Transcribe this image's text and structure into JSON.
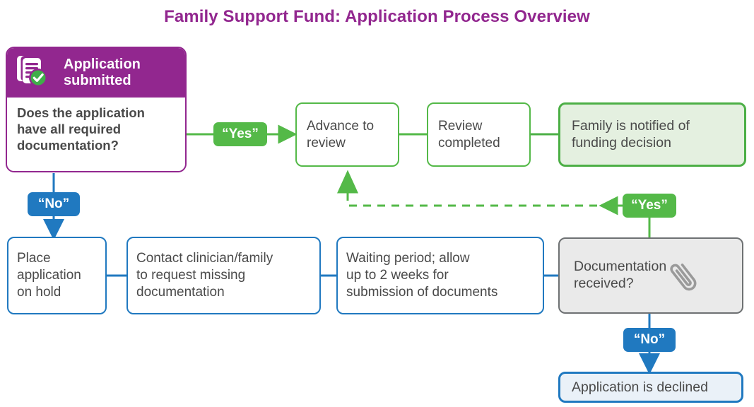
{
  "title": "Family Support Fund: Application Process Overview",
  "colors": {
    "purple": "#92278F",
    "green": "#54B948",
    "green_fill": "#E4F0E0",
    "blue": "#2079C0",
    "blue_fill": "#EAF1F8",
    "gray_border": "#6E7173",
    "gray_fill": "#EAEAEA",
    "text": "#4a4a4a"
  },
  "nodes": {
    "application_card": {
      "header": "Application\nsubmitted",
      "question": "Does the application\nhave all required\ndocumentation?",
      "icon": "documents-check-icon"
    },
    "advance_to_review": "Advance to\nreview",
    "review_completed": "Review\ncompleted",
    "family_notified": "Family is notified of\nfunding decision",
    "place_on_hold": "Place\napplication\non hold",
    "contact_clinician": "Contact clinician/family\nto request missing\ndocumentation",
    "waiting_period": "Waiting period; allow\nup to 2 weeks for\nsubmission of documents",
    "documentation_received": "Documentation\nreceived?",
    "documentation_received_icon": "paperclip-icon",
    "application_declined": "Application is declined"
  },
  "badges": {
    "yes_top": "“Yes”",
    "no_left": "“No”",
    "yes_right": "“Yes”",
    "no_bottom": "“No”"
  },
  "edges": [
    {
      "from": "application_card",
      "to": "advance_to_review",
      "label": "“Yes”",
      "style": "solid",
      "color": "#54B948"
    },
    {
      "from": "advance_to_review",
      "to": "review_completed",
      "style": "solid",
      "color": "#54B948"
    },
    {
      "from": "review_completed",
      "to": "family_notified",
      "style": "solid",
      "color": "#4CAF46"
    },
    {
      "from": "application_card",
      "to": "place_on_hold",
      "label": "“No”",
      "style": "solid",
      "color": "#2079C0"
    },
    {
      "from": "place_on_hold",
      "to": "contact_clinician",
      "style": "solid",
      "color": "#2079C0"
    },
    {
      "from": "contact_clinician",
      "to": "waiting_period",
      "style": "solid",
      "color": "#2079C0"
    },
    {
      "from": "waiting_period",
      "to": "documentation_received",
      "style": "solid",
      "color": "#2079C0"
    },
    {
      "from": "documentation_received",
      "to": "advance_to_review",
      "label": "“Yes”",
      "style": "dashed",
      "color": "#54B948"
    },
    {
      "from": "documentation_received",
      "to": "application_declined",
      "label": "“No”",
      "style": "solid",
      "color": "#2079C0"
    }
  ]
}
